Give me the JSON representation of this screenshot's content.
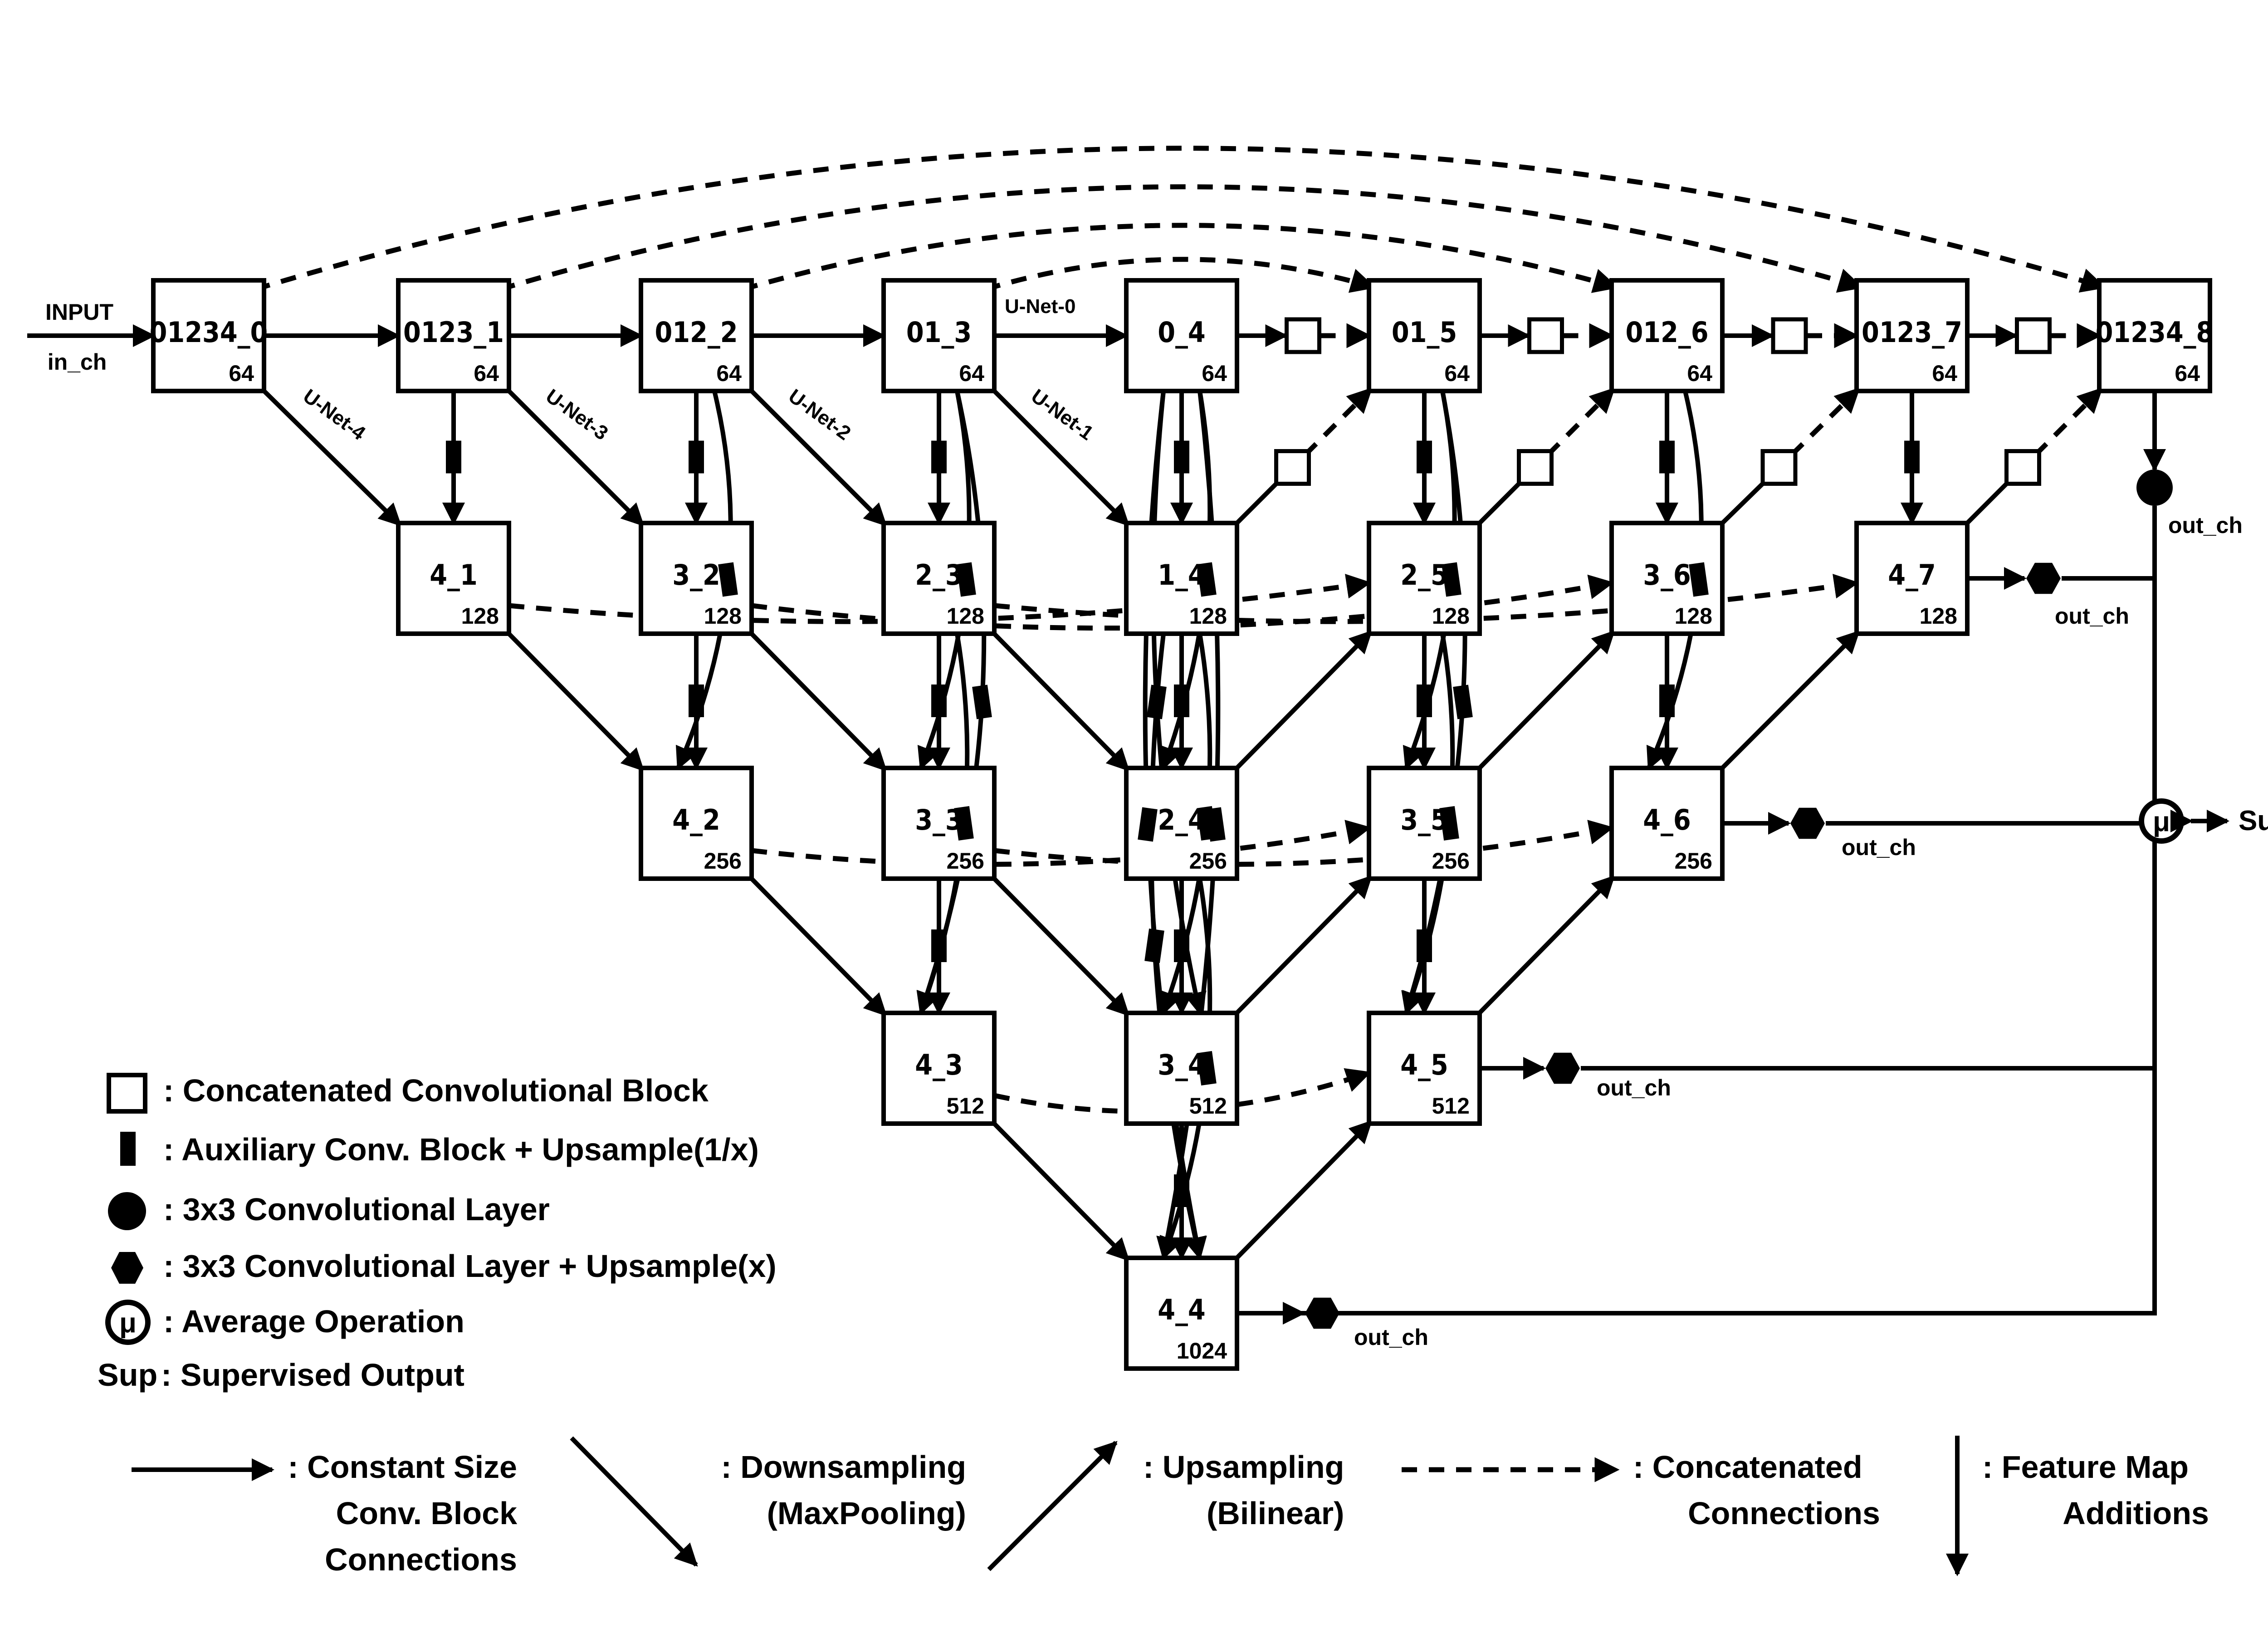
{
  "input": {
    "label": "INPUT",
    "channels": "in_ch"
  },
  "nodes": [
    {
      "id": "01234_0",
      "label": "01234_0",
      "ch": "64"
    },
    {
      "id": "0123_1",
      "label": "0123_1",
      "ch": "64"
    },
    {
      "id": "012_2",
      "label": "012_2",
      "ch": "64"
    },
    {
      "id": "01_3",
      "label": "01_3",
      "ch": "64"
    },
    {
      "id": "0_4",
      "label": "0_4",
      "ch": "64"
    },
    {
      "id": "01_5",
      "label": "01_5",
      "ch": "64"
    },
    {
      "id": "012_6",
      "label": "012_6",
      "ch": "64"
    },
    {
      "id": "0123_7",
      "label": "0123_7",
      "ch": "64"
    },
    {
      "id": "01234_8",
      "label": "01234_8",
      "ch": "64"
    },
    {
      "id": "4_1",
      "label": "4_1",
      "ch": "128"
    },
    {
      "id": "3_2",
      "label": "3_2",
      "ch": "128"
    },
    {
      "id": "2_3",
      "label": "2_3",
      "ch": "128"
    },
    {
      "id": "1_4",
      "label": "1_4",
      "ch": "128"
    },
    {
      "id": "2_5",
      "label": "2_5",
      "ch": "128"
    },
    {
      "id": "3_6",
      "label": "3_6",
      "ch": "128"
    },
    {
      "id": "4_7",
      "label": "4_7",
      "ch": "128"
    },
    {
      "id": "4_2",
      "label": "4_2",
      "ch": "256"
    },
    {
      "id": "3_3",
      "label": "3_3",
      "ch": "256"
    },
    {
      "id": "2_4",
      "label": "2_4",
      "ch": "256"
    },
    {
      "id": "3_5",
      "label": "3_5",
      "ch": "256"
    },
    {
      "id": "4_6",
      "label": "4_6",
      "ch": "256"
    },
    {
      "id": "4_3",
      "label": "4_3",
      "ch": "512"
    },
    {
      "id": "3_4",
      "label": "3_4",
      "ch": "512"
    },
    {
      "id": "4_5",
      "label": "4_5",
      "ch": "512"
    },
    {
      "id": "4_4",
      "label": "4_4",
      "ch": "1024"
    }
  ],
  "path_labels": [
    "U-Net-0",
    "U-Net-1",
    "U-Net-2",
    "U-Net-3",
    "U-Net-4"
  ],
  "outputs": {
    "out_label": "out_ch",
    "average_symbol": "μ",
    "sup": "Sup"
  },
  "legend": [
    {
      "icon": "white-square",
      "label": ":  Concatenated Convolutional Block"
    },
    {
      "icon": "black-rectangle",
      "label": ":  Auxiliary Conv. Block + Upsample(1/x)"
    },
    {
      "icon": "black-circle",
      "label": ":  3x3 Convolutional Layer"
    },
    {
      "icon": "black-hexagon",
      "label": ":  3x3 Convolutional Layer + Upsample(x)"
    },
    {
      "icon": "mu-circle",
      "label": ": Average Operation"
    },
    {
      "icon": "text-sup",
      "prefix": "Sup",
      "label": ":  Supervised Output"
    }
  ],
  "connection_legend": {
    "constant": [
      ": Constant Size",
      "Conv. Block",
      "Connections"
    ],
    "down": [
      ": Downsampling",
      "(MaxPooling)"
    ],
    "up": [
      ": Upsampling",
      "(Bilinear)"
    ],
    "concat": [
      ": Concatenated",
      "Connections"
    ],
    "add": [
      ": Feature Map",
      "Additions"
    ]
  }
}
